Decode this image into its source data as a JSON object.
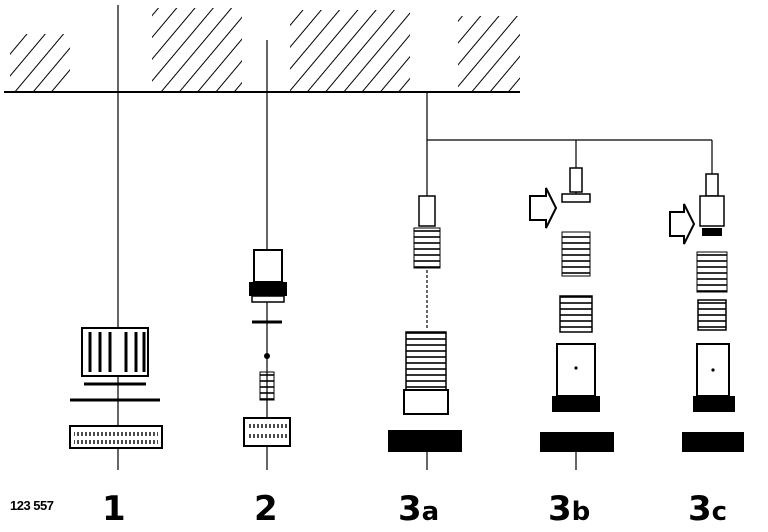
{
  "figure": {
    "reference_number": "123 557",
    "labels": [
      {
        "id": "1",
        "number": "1",
        "suffix": ""
      },
      {
        "id": "2",
        "number": "2",
        "suffix": ""
      },
      {
        "id": "3a",
        "number": "3",
        "suffix": "a"
      },
      {
        "id": "3b",
        "number": "3",
        "suffix": "b"
      },
      {
        "id": "3c",
        "number": "3",
        "suffix": "c"
      }
    ]
  }
}
